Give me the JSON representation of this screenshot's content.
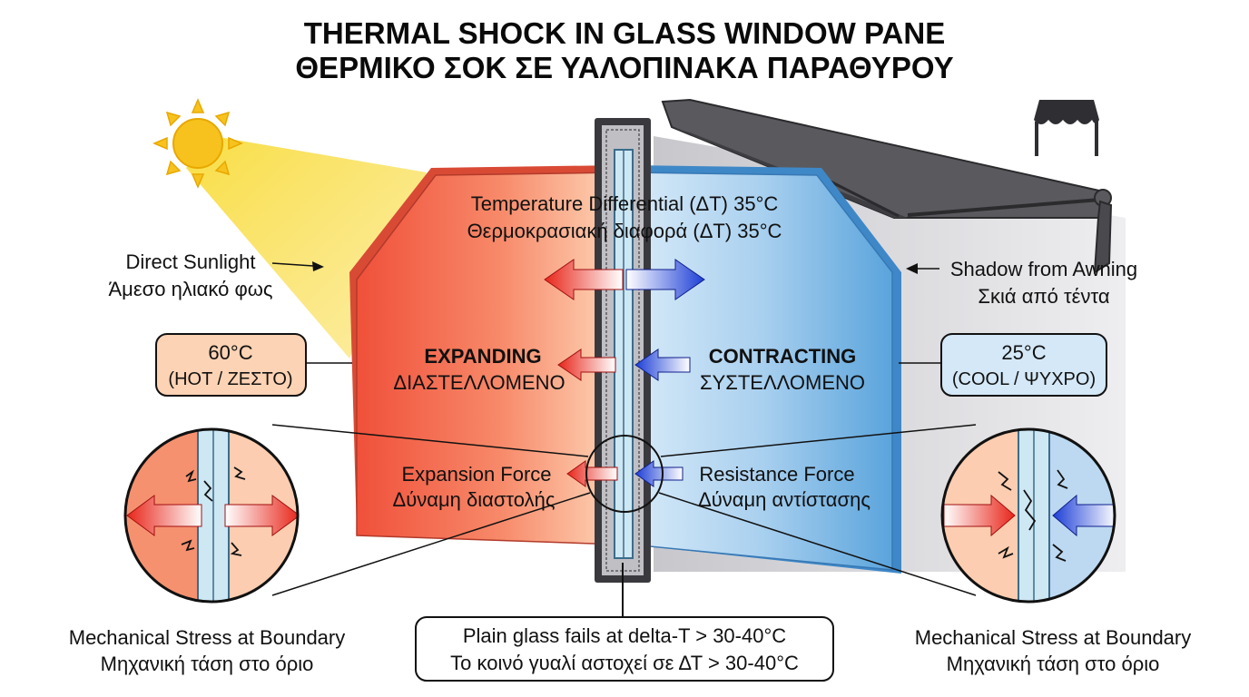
{
  "title": {
    "en": "THERMAL SHOCK IN GLASS WINDOW PANE",
    "el": "ΘΕΡΜΙΚΟ ΣΟΚ ΣΕ ΥΑΛΟΠΙΝΑΚΑ ΠΑΡΑΘΥΡΟΥ"
  },
  "differential": {
    "en": "Temperature Differential (ΔT) 35°C",
    "el": "Θερμοκρασιακή διαφορά (ΔT)  35°C"
  },
  "sunlight": {
    "en": "Direct Sunlight",
    "el": "Άμεσο ηλιακό φως"
  },
  "shadow": {
    "en": "Shadow from Awning",
    "el": "Σκιά από τέντα"
  },
  "hot": {
    "temp": "60°C",
    "desc": "(HOT / ΖΕΣΤΟ)"
  },
  "cool": {
    "temp": "25°C",
    "desc": "(COOL / ΨΥΧΡΟ)"
  },
  "expanding": {
    "en": "EXPANDING",
    "el": "ΔΙΑΣΤΕΛΛΟΜΕΝΟ"
  },
  "contracting": {
    "en": "CONTRACTING",
    "el": "ΣΥΣΤΕΛΛΟΜΕΝΟ"
  },
  "expansion_force": {
    "en": "Expansion Force",
    "el": "Δύναμη διαστολής"
  },
  "resistance_force": {
    "en": "Resistance Force",
    "el": "Δύναμη αντίστασης"
  },
  "stress_left": {
    "en": "Mechanical Stress at Boundary",
    "el": "Μηχανική τάση στο όριο"
  },
  "stress_right": {
    "en": "Mechanical Stress at Boundary",
    "el": "Μηχανική τάση στο όριο"
  },
  "fail_note": {
    "en": "Plain glass fails at delta-T > 30-40°C",
    "el": "Το κοινό γυαλί αστοχεί σε ΔΤ > 30-40°C"
  },
  "icons": {
    "sun": "sun-icon",
    "awning": "awning-icon",
    "small_awning": "canopy-icon"
  },
  "colors": {
    "hot": "#f2553f",
    "hot_light": "#fcd3b4",
    "cold": "#5da8de",
    "cold_light": "#d4e8f7",
    "sun": "#f7c21e",
    "arrow_red": "#e8261a",
    "arrow_blue": "#1d3fd6"
  }
}
